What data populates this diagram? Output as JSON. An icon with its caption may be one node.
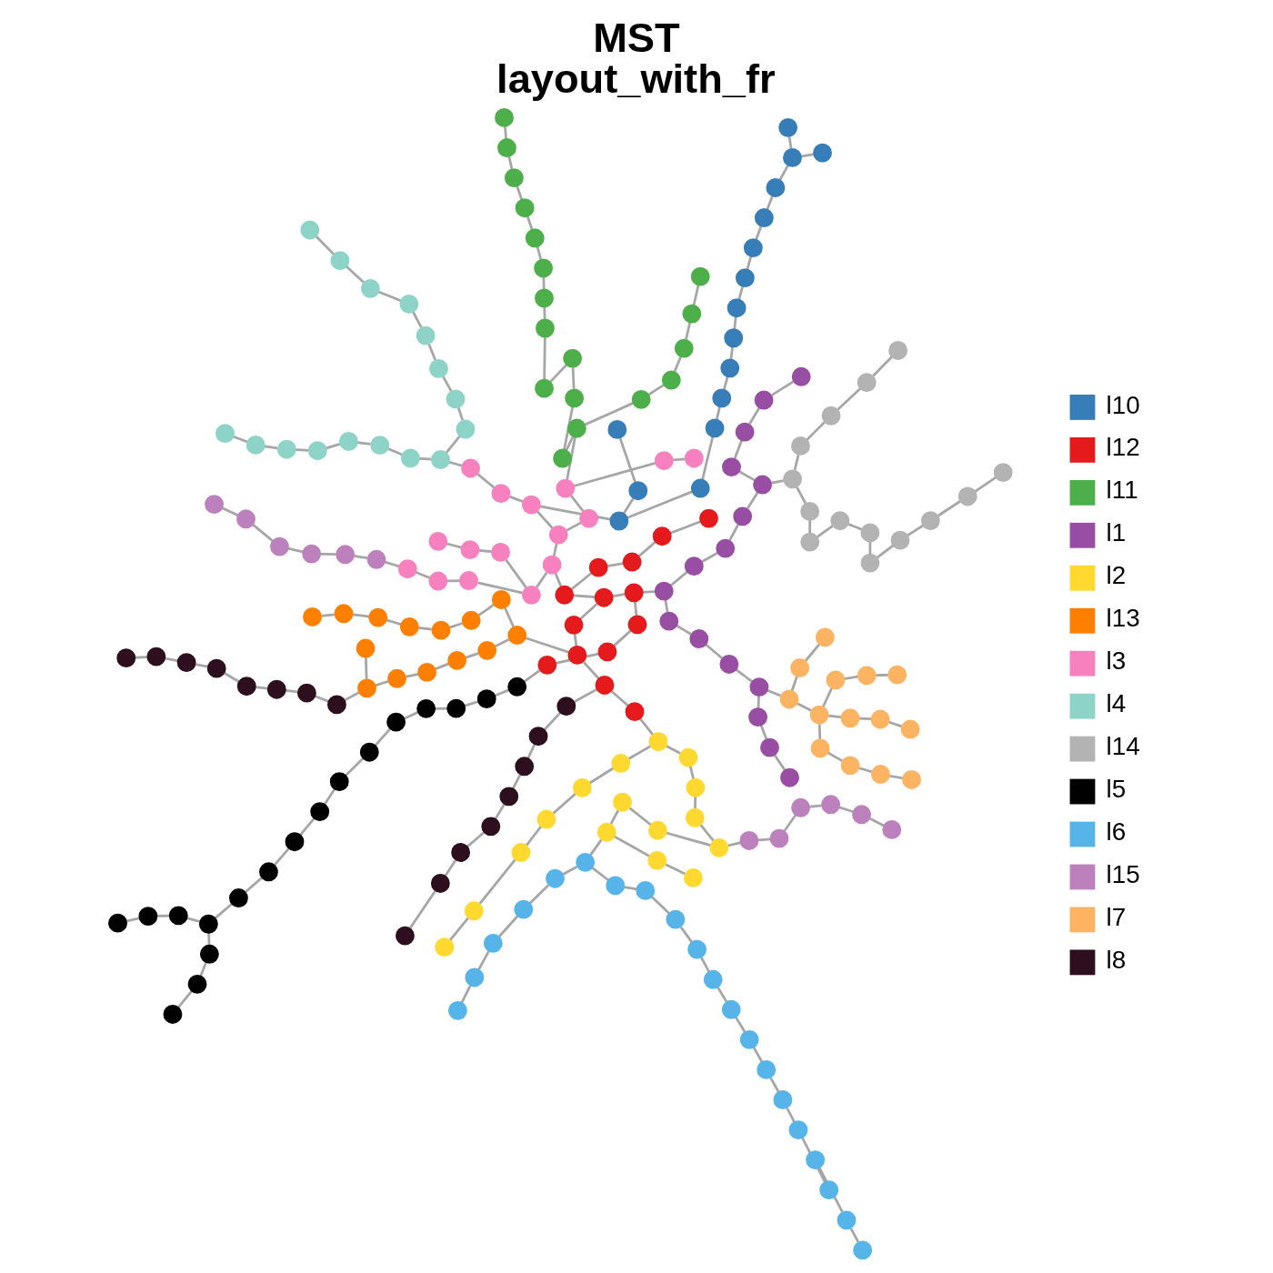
{
  "diagram": {
    "title": "MST layout_with_fr",
    "nodes": [
      {
        "text": [],
        "shape": "circle"
      },
      {
        "text": [],
        "shape": "circle"
      },
      {
        "text": [],
        "shape": "circle"
      },
      {
        "text": [],
        "shape": "circle"
      },
      {
        "text": [],
        "shape": "circle"
      },
      {
        "text": [],
        "shape": "circle"
      },
      {
        "text": [],
        "shape": "circle"
      },
      {
        "text": [],
        "shape": "circle"
      },
      {
        "text": [],
        "shape": "circle"
      },
      {
        "text": [],
        "shape": "circle"
      },
      {
        "text": [],
        "shape": "circle"
      },
      {
        "text": [],
        "shape": "circle"
      },
      {
        "text": [],
        "shape": "circle"
      },
      {
        "text": [],
        "shape": "circle"
      },
      {
        "text": [],
        "shape": "circle"
      },
      {
        "text": [],
        "shape": "circle"
      },
      {
        "text": [],
        "shape": "circle"
      },
      {
        "text": [],
        "shape": "circle"
      },
      {
        "text": [],
        "shape": "circle"
      },
      {
        "text": [],
        "shape": "circle"
      },
      {
        "text": [],
        "shape": "circle"
      },
      {
        "text": [],
        "shape": "circle"
      },
      {
        "text": [],
        "shape": "circle"
      },
      {
        "text": [],
        "shape": "circle"
      },
      {
        "text": [],
        "shape": "circle"
      },
      {
        "text": [],
        "shape": "circle"
      },
      {
        "text": [],
        "shape": "circle"
      },
      {
        "text": [],
        "shape": "circle"
      },
      {
        "text": [],
        "shape": "circle"
      },
      {
        "text": [],
        "shape": "circle"
      },
      {
        "text": [],
        "shape": "circle"
      },
      {
        "text": [],
        "shape": "circle"
      },
      {
        "text": [],
        "shape": "circle"
      },
      {
        "text": [],
        "shape": "circle"
      },
      {
        "text": [],
        "shape": "circle"
      },
      {
        "text": [],
        "shape": "circle"
      },
      {
        "text": [],
        "shape": "circle"
      },
      {
        "text": [],
        "shape": "circle"
      },
      {
        "text": [],
        "shape": "circle"
      },
      {
        "text": [],
        "shape": "circle"
      },
      {
        "text": [],
        "shape": "circle"
      },
      {
        "text": [],
        "shape": "circle"
      },
      {
        "text": [],
        "shape": "circle"
      },
      {
        "text": [],
        "shape": "circle"
      },
      {
        "text": [],
        "shape": "circle"
      },
      {
        "text": [],
        "shape": "circle"
      },
      {
        "text": [],
        "shape": "circle"
      },
      {
        "text": [],
        "shape": "circle"
      },
      {
        "text": [],
        "shape": "circle"
      },
      {
        "text": [],
        "shape": "circle"
      },
      {
        "text": [],
        "shape": "circle"
      },
      {
        "text": [],
        "shape": "circle"
      },
      {
        "text": [],
        "shape": "circle"
      },
      {
        "text": [],
        "shape": "circle"
      },
      {
        "text": [],
        "shape": "circle"
      },
      {
        "text": [],
        "shape": "circle"
      },
      {
        "text": [],
        "shape": "circle"
      },
      {
        "text": [],
        "shape": "circle"
      },
      {
        "text": [],
        "shape": "circle"
      },
      {
        "text": [],
        "shape": "circle"
      },
      {
        "text": [],
        "shape": "circle"
      },
      {
        "text": [],
        "shape": "circle"
      },
      {
        "text": [],
        "shape": "circle"
      },
      {
        "text": [],
        "shape": "circle"
      },
      {
        "text": [],
        "shape": "circle"
      },
      {
        "text": [],
        "shape": "circle"
      },
      {
        "text": [],
        "shape": "circle"
      },
      {
        "text": [],
        "shape": "circle"
      },
      {
        "text": [],
        "shape": "circle"
      },
      {
        "text": [],
        "shape": "circle"
      },
      {
        "text": [],
        "shape": "circle"
      },
      {
        "text": [],
        "shape": "circle"
      },
      {
        "text": [],
        "shape": "circle"
      },
      {
        "text": [],
        "shape": "circle"
      },
      {
        "text": [],
        "shape": "circle"
      },
      {
        "text": [],
        "shape": "circle"
      },
      {
        "text": [],
        "shape": "circle"
      },
      {
        "text": [],
        "shape": "circle"
      },
      {
        "text": [],
        "shape": "circle"
      },
      {
        "text": [],
        "shape": "circle"
      },
      {
        "text": [],
        "shape": "circle"
      },
      {
        "text": [],
        "shape": "circle"
      },
      {
        "text": [],
        "shape": "circle"
      },
      {
        "text": [],
        "shape": "circle"
      },
      {
        "text": [],
        "shape": "circle"
      },
      {
        "text": [],
        "shape": "circle"
      },
      {
        "text": [],
        "shape": "circle"
      },
      {
        "text": [],
        "shape": "circle"
      },
      {
        "text": [],
        "shape": "circle"
      },
      {
        "text": [],
        "shape": "circle"
      },
      {
        "text": [],
        "shape": "circle"
      },
      {
        "text": [],
        "shape": "circle"
      },
      {
        "text": [],
        "shape": "circle"
      },
      {
        "text": [],
        "shape": "circle"
      },
      {
        "text": [],
        "shape": "circle"
      },
      {
        "text": [],
        "shape": "circle"
      },
      {
        "text": [],
        "shape": "circle"
      },
      {
        "text": [],
        "shape": "circle"
      },
      {
        "text": [],
        "shape": "circle"
      },
      {
        "text": [],
        "shape": "circle"
      },
      {
        "text": [],
        "shape": "circle"
      },
      {
        "text": [],
        "shape": "circle"
      },
      {
        "text": [],
        "shape": "circle"
      },
      {
        "text": [],
        "shape": "circle"
      },
      {
        "text": [],
        "shape": "circle"
      },
      {
        "text": [],
        "shape": "circle"
      },
      {
        "text": [],
        "shape": "circle"
      },
      {
        "text": [],
        "shape": "circle"
      },
      {
        "text": [],
        "shape": "circle"
      },
      {
        "text": [],
        "shape": "circle"
      },
      {
        "text": [],
        "shape": "circle"
      },
      {
        "text": [],
        "shape": "circle"
      },
      {
        "text": [],
        "shape": "circle"
      },
      {
        "text": [],
        "shape": "circle"
      },
      {
        "text": [],
        "shape": "circle"
      },
      {
        "text": [],
        "shape": "circle"
      },
      {
        "text": [],
        "shape": "circle"
      },
      {
        "text": [],
        "shape": "circle"
      },
      {
        "text": [],
        "shape": "circle"
      },
      {
        "text": [],
        "shape": "circle"
      },
      {
        "text": [],
        "shape": "circle"
      },
      {
        "text": [],
        "shape": "circle"
      },
      {
        "text": [],
        "shape": "circle"
      },
      {
        "text": [],
        "shape": "circle"
      },
      {
        "text": [],
        "shape": "circle"
      },
      {
        "text": [],
        "shape": "circle"
      },
      {
        "text": [],
        "shape": "circle"
      },
      {
        "text": [],
        "shape": "circle"
      },
      {
        "text": [],
        "shape": "circle"
      },
      {
        "text": [],
        "shape": "circle"
      },
      {
        "text": [],
        "shape": "circle"
      },
      {
        "text": [],
        "shape": "circle"
      },
      {
        "text": [],
        "shape": "circle"
      },
      {
        "text": [],
        "shape": "circle"
      },
      {
        "text": [],
        "shape": "circle"
      },
      {
        "text": [],
        "shape": "circle"
      },
      {
        "text": [],
        "shape": "circle"
      },
      {
        "text": [],
        "shape": "circle"
      },
      {
        "text": [],
        "shape": "circle"
      },
      {
        "text": [],
        "shape": "circle"
      },
      {
        "text": [],
        "shape": "circle"
      },
      {
        "text": [],
        "shape": "circle"
      },
      {
        "text": [],
        "shape": "circle"
      },
      {
        "text": [],
        "shape": "circle"
      },
      {
        "text": [],
        "shape": "circle"
      },
      {
        "text": [],
        "shape": "circle"
      },
      {
        "text": [],
        "shape": "circle"
      },
      {
        "text": [],
        "shape": "circle"
      },
      {
        "text": [],
        "shape": "circle"
      },
      {
        "text": [],
        "shape": "circle"
      },
      {
        "text": [],
        "shape": "circle"
      },
      {
        "text": [],
        "shape": "circle"
      },
      {
        "text": [],
        "shape": "circle"
      },
      {
        "text": [],
        "shape": "circle"
      },
      {
        "text": [],
        "shape": "circle"
      },
      {
        "text": [],
        "shape": "circle"
      },
      {
        "text": [],
        "shape": "circle"
      },
      {
        "text": [],
        "shape": "circle"
      },
      {
        "text": [],
        "shape": "circle"
      },
      {
        "text": [],
        "shape": "circle"
      },
      {
        "text": [],
        "shape": "circle"
      },
      {
        "text": [],
        "shape": "circle"
      },
      {
        "text": [],
        "shape": "circle"
      },
      {
        "text": [],
        "shape": "circle"
      },
      {
        "text": [],
        "shape": "circle"
      },
      {
        "text": [],
        "shape": "circle"
      },
      {
        "text": [],
        "shape": "circle"
      },
      {
        "text": [],
        "shape": "circle"
      },
      {
        "text": [],
        "shape": "circle"
      },
      {
        "text": [],
        "shape": "circle"
      },
      {
        "text": [],
        "shape": "circle"
      },
      {
        "text": [],
        "shape": "circle"
      },
      {
        "text": [],
        "shape": "circle"
      },
      {
        "text": [],
        "shape": "circle"
      },
      {
        "text": [],
        "shape": "circle"
      },
      {
        "text": [],
        "shape": "circle"
      },
      {
        "text": [],
        "shape": "circle"
      },
      {
        "text": [],
        "shape": "circle"
      },
      {
        "text": [],
        "shape": "circle"
      },
      {
        "text": [],
        "shape": "circle"
      },
      {
        "text": [],
        "shape": "circle"
      },
      {
        "text": [],
        "shape": "circle"
      },
      {
        "text": [],
        "shape": "circle"
      },
      {
        "text": [],
        "shape": "circle"
      },
      {
        "text": [],
        "shape": "circle"
      },
      {
        "text": [],
        "shape": "circle"
      },
      {
        "text": [],
        "shape": "circle"
      },
      {
        "text": [],
        "shape": "circle"
      },
      {
        "text": [],
        "shape": "circle"
      },
      {
        "text": [],
        "shape": "circle"
      },
      {
        "text": [],
        "shape": "circle"
      },
      {
        "text": [],
        "shape": "circle"
      },
      {
        "text": [],
        "shape": "circle"
      },
      {
        "text": [],
        "shape": "circle"
      },
      {
        "text": [],
        "shape": "circle"
      },
      {
        "text": [],
        "shape": "circle"
      },
      {
        "text": [],
        "shape": "circle"
      },
      {
        "text": [],
        "shape": "circle"
      },
      {
        "text": [],
        "shape": "circle"
      },
      {
        "text": [],
        "shape": "circle"
      },
      {
        "text": [],
        "shape": "circle"
      },
      {
        "text": [],
        "shape": "circle"
      },
      {
        "text": [],
        "shape": "circle"
      },
      {
        "text": [],
        "shape": "circle"
      },
      {
        "text": [],
        "shape": "circle"
      },
      {
        "text": [],
        "shape": "circle"
      },
      {
        "text": [],
        "shape": "circle"
      },
      {
        "text": [],
        "shape": "circle"
      },
      {
        "text": [],
        "shape": "circle"
      },
      {
        "text": [],
        "shape": "circle"
      },
      {
        "text": [],
        "shape": "circle"
      },
      {
        "text": [],
        "shape": "circle"
      },
      {
        "text": [],
        "shape": "circle"
      },
      {
        "text": [],
        "shape": "circle"
      },
      {
        "text": [],
        "shape": "circle"
      },
      {
        "text": [],
        "shape": "circle"
      },
      {
        "text": [],
        "shape": "circle"
      },
      {
        "text": [],
        "shape": "circle"
      },
      {
        "text": [],
        "shape": "circle"
      },
      {
        "text": [],
        "shape": "circle"
      }
    ],
    "edges": [
      {
        "from": 94,
        "to": 95,
        "arrow": "none"
      },
      {
        "from": 94,
        "to": 96,
        "arrow": "none"
      },
      {
        "from": 95,
        "to": 97,
        "arrow": "none"
      },
      {
        "from": 95,
        "to": 98,
        "arrow": "none"
      },
      {
        "from": 96,
        "to": 99,
        "arrow": "none"
      },
      {
        "from": 96,
        "to": 100,
        "arrow": "none"
      },
      {
        "from": 97,
        "to": 101,
        "arrow": "none"
      },
      {
        "from": 98,
        "to": 102,
        "arrow": "none"
      },
      {
        "from": 99,
        "to": 103,
        "arrow": "none"
      },
      {
        "from": 100,
        "to": 104,
        "arrow": "none"
      },
      {
        "from": 101,
        "to": 105,
        "arrow": "none"
      },
      {
        "from": 102,
        "to": 106,
        "arrow": "none"
      },
      {
        "from": 103,
        "to": 107,
        "arrow": "none"
      },
      {
        "from": 104,
        "to": 108,
        "arrow": "none"
      },
      {
        "from": 105,
        "to": 109,
        "arrow": "none"
      },
      {
        "from": 94,
        "to": 16,
        "arrow": "none"
      },
      {
        "from": 16,
        "to": 17,
        "arrow": "none"
      },
      {
        "from": 16,
        "to": 18,
        "arrow": "none"
      },
      {
        "from": 17,
        "to": 19,
        "arrow": "none"
      },
      {
        "from": 17,
        "to": 20,
        "arrow": "none"
      },
      {
        "from": 18,
        "to": 21,
        "arrow": "none"
      },
      {
        "from": 19,
        "to": 22,
        "arrow": "none"
      },
      {
        "from": 20,
        "to": 23,
        "arrow": "none"
      },
      {
        "from": 21,
        "to": 24,
        "arrow": "none"
      },
      {
        "from": 22,
        "to": 25,
        "arrow": "none"
      },
      {
        "from": 23,
        "to": 26,
        "arrow": "none"
      },
      {
        "from": 24,
        "to": 27,
        "arrow": "none"
      },
      {
        "from": 25,
        "to": 28,
        "arrow": "none"
      },
      {
        "from": 26,
        "to": 29,
        "arrow": "none"
      },
      {
        "from": 98,
        "to": 0,
        "arrow": "none"
      },
      {
        "from": 0,
        "to": 1,
        "arrow": "none"
      },
      {
        "from": 0,
        "to": 2,
        "arrow": "none"
      },
      {
        "from": 1,
        "to": 3,
        "arrow": "none"
      },
      {
        "from": 2,
        "to": 4,
        "arrow": "none"
      },
      {
        "from": 3,
        "to": 5,
        "arrow": "none"
      },
      {
        "from": 5,
        "to": 6,
        "arrow": "none"
      },
      {
        "from": 6,
        "to": 7,
        "arrow": "none"
      },
      {
        "from": 7,
        "to": 8,
        "arrow": "none"
      },
      {
        "from": 8,
        "to": 9,
        "arrow": "none"
      },
      {
        "from": 9,
        "to": 10,
        "arrow": "none"
      },
      {
        "from": 10,
        "to": 11,
        "arrow": "none"
      },
      {
        "from": 11,
        "to": 12,
        "arrow": "none"
      },
      {
        "from": 12,
        "to": 13,
        "arrow": "none"
      },
      {
        "from": 13,
        "to": 14,
        "arrow": "none"
      },
      {
        "from": 13,
        "to": 15,
        "arrow": "none"
      },
      {
        "from": 101,
        "to": 30,
        "arrow": "none"
      },
      {
        "from": 30,
        "to": 31,
        "arrow": "none"
      },
      {
        "from": 31,
        "to": 32,
        "arrow": "none"
      },
      {
        "from": 32,
        "to": 33,
        "arrow": "none"
      },
      {
        "from": 33,
        "to": 34,
        "arrow": "none"
      },
      {
        "from": 34,
        "to": 35,
        "arrow": "none"
      },
      {
        "from": 30,
        "to": 36,
        "arrow": "none"
      },
      {
        "from": 36,
        "to": 37,
        "arrow": "none"
      },
      {
        "from": 37,
        "to": 38,
        "arrow": "none"
      },
      {
        "from": 38,
        "to": 39,
        "arrow": "none"
      },
      {
        "from": 39,
        "to": 40,
        "arrow": "none"
      },
      {
        "from": 40,
        "to": 41,
        "arrow": "none"
      },
      {
        "from": 41,
        "to": 42,
        "arrow": "none"
      },
      {
        "from": 42,
        "to": 43,
        "arrow": "none"
      },
      {
        "from": 43,
        "to": 44,
        "arrow": "none"
      },
      {
        "from": 44,
        "to": 45,
        "arrow": "none"
      },
      {
        "from": 45,
        "to": 46,
        "arrow": "none"
      },
      {
        "from": 46,
        "to": 47,
        "arrow": "none"
      },
      {
        "from": 20,
        "to": 48,
        "arrow": "none"
      },
      {
        "from": 48,
        "to": 49,
        "arrow": "none"
      },
      {
        "from": 48,
        "to": 50,
        "arrow": "none"
      },
      {
        "from": 49,
        "to": 51,
        "arrow": "none"
      },
      {
        "from": 50,
        "to": 52,
        "arrow": "none"
      },
      {
        "from": 51,
        "to": 53,
        "arrow": "none"
      },
      {
        "from": 52,
        "to": 54,
        "arrow": "none"
      },
      {
        "from": 53,
        "to": 55,
        "arrow": "none"
      },
      {
        "from": 54,
        "to": 56,
        "arrow": "none"
      },
      {
        "from": 55,
        "to": 57,
        "arrow": "none"
      },
      {
        "from": 56,
        "to": 58,
        "arrow": "none"
      },
      {
        "from": 57,
        "to": 59,
        "arrow": "none"
      },
      {
        "from": 58,
        "to": 60,
        "arrow": "none"
      },
      {
        "from": 59,
        "to": 61,
        "arrow": "none"
      },
      {
        "from": 60,
        "to": 62,
        "arrow": "none"
      },
      {
        "from": 61,
        "to": 63,
        "arrow": "none"
      },
      {
        "from": 28,
        "to": 64,
        "arrow": "none"
      },
      {
        "from": 64,
        "to": 65,
        "arrow": "none"
      },
      {
        "from": 65,
        "to": 66,
        "arrow": "none"
      },
      {
        "from": 66,
        "to": 67,
        "arrow": "none"
      },
      {
        "from": 67,
        "to": 68,
        "arrow": "none"
      },
      {
        "from": 68,
        "to": 69,
        "arrow": "none"
      },
      {
        "from": 69,
        "to": 70,
        "arrow": "none"
      },
      {
        "from": 64,
        "to": 71,
        "arrow": "none"
      },
      {
        "from": 71,
        "to": 72,
        "arrow": "none"
      },
      {
        "from": 72,
        "to": 73,
        "arrow": "none"
      },
      {
        "from": 73,
        "to": 74,
        "arrow": "none"
      },
      {
        "from": 74,
        "to": 75,
        "arrow": "none"
      },
      {
        "from": 75,
        "to": 76,
        "arrow": "none"
      },
      {
        "from": 76,
        "to": 77,
        "arrow": "none"
      },
      {
        "from": 77,
        "to": 78,
        "arrow": "none"
      },
      {
        "from": 78,
        "to": 79,
        "arrow": "none"
      },
      {
        "from": 22,
        "to": 80,
        "arrow": "none"
      },
      {
        "from": 80,
        "to": 81,
        "arrow": "none"
      },
      {
        "from": 81,
        "to": 82,
        "arrow": "none"
      },
      {
        "from": 82,
        "to": 83,
        "arrow": "none"
      },
      {
        "from": 83,
        "to": 84,
        "arrow": "none"
      },
      {
        "from": 84,
        "to": 85,
        "arrow": "none"
      },
      {
        "from": 85,
        "to": 86,
        "arrow": "none"
      },
      {
        "from": 80,
        "to": 87,
        "arrow": "none"
      },
      {
        "from": 87,
        "to": 88,
        "arrow": "none"
      },
      {
        "from": 88,
        "to": 89,
        "arrow": "none"
      },
      {
        "from": 89,
        "to": 90,
        "arrow": "none"
      },
      {
        "from": 90,
        "to": 91,
        "arrow": "none"
      },
      {
        "from": 91,
        "to": 92,
        "arrow": "none"
      },
      {
        "from": 92,
        "to": 93,
        "arrow": "none"
      },
      {
        "from": 106,
        "to": 110,
        "arrow": "none"
      },
      {
        "from": 110,
        "to": 111,
        "arrow": "none"
      },
      {
        "from": 111,
        "to": 112,
        "arrow": "none"
      },
      {
        "from": 112,
        "to": 113,
        "arrow": "none"
      },
      {
        "from": 113,
        "to": 114,
        "arrow": "none"
      },
      {
        "from": 114,
        "to": 115,
        "arrow": "none"
      },
      {
        "from": 115,
        "to": 116,
        "arrow": "none"
      },
      {
        "from": 116,
        "to": 117,
        "arrow": "none"
      },
      {
        "from": 117,
        "to": 118,
        "arrow": "none"
      },
      {
        "from": 110,
        "to": 119,
        "arrow": "none"
      },
      {
        "from": 119,
        "to": 120,
        "arrow": "none"
      },
      {
        "from": 120,
        "to": 121,
        "arrow": "none"
      },
      {
        "from": 121,
        "to": 122,
        "arrow": "none"
      },
      {
        "from": 122,
        "to": 123,
        "arrow": "none"
      },
      {
        "from": 123,
        "to": 124,
        "arrow": "none"
      },
      {
        "from": 124,
        "to": 125,
        "arrow": "none"
      },
      {
        "from": 55,
        "to": 126,
        "arrow": "none"
      },
      {
        "from": 126,
        "to": 127,
        "arrow": "none"
      },
      {
        "from": 127,
        "to": 128,
        "arrow": "none"
      },
      {
        "from": 128,
        "to": 129,
        "arrow": "none"
      },
      {
        "from": 129,
        "to": 130,
        "arrow": "none"
      },
      {
        "from": 126,
        "to": 131,
        "arrow": "none"
      },
      {
        "from": 131,
        "to": 132,
        "arrow": "none"
      },
      {
        "from": 132,
        "to": 133,
        "arrow": "none"
      },
      {
        "from": 133,
        "to": 134,
        "arrow": "none"
      },
      {
        "from": 134,
        "to": 135,
        "arrow": "none"
      },
      {
        "from": 135,
        "to": 136,
        "arrow": "none"
      },
      {
        "from": 136,
        "to": 137,
        "arrow": "none"
      },
      {
        "from": 137,
        "to": 138,
        "arrow": "none"
      },
      {
        "from": 138,
        "to": 139,
        "arrow": "none"
      },
      {
        "from": 29,
        "to": 140,
        "arrow": "none"
      },
      {
        "from": 140,
        "to": 141,
        "arrow": "none"
      },
      {
        "from": 141,
        "to": 142,
        "arrow": "none"
      },
      {
        "from": 142,
        "to": 143,
        "arrow": "none"
      },
      {
        "from": 143,
        "to": 144,
        "arrow": "none"
      },
      {
        "from": 144,
        "to": 145,
        "arrow": "none"
      },
      {
        "from": 145,
        "to": 146,
        "arrow": "none"
      },
      {
        "from": 146,
        "to": 147,
        "arrow": "none"
      },
      {
        "from": 147,
        "to": 148,
        "arrow": "none"
      },
      {
        "from": 148,
        "to": 149,
        "arrow": "none"
      },
      {
        "from": 149,
        "to": 150,
        "arrow": "none"
      },
      {
        "from": 150,
        "to": 151,
        "arrow": "none"
      },
      {
        "from": 151,
        "to": 152,
        "arrow": "none"
      },
      {
        "from": 151,
        "to": 153,
        "arrow": "none"
      },
      {
        "from": 152,
        "to": 154,
        "arrow": "none"
      },
      {
        "from": 153,
        "to": 155,
        "arrow": "none"
      },
      {
        "from": 154,
        "to": 156,
        "arrow": "none"
      },
      {
        "from": 155,
        "to": 157,
        "arrow": "none"
      },
      {
        "from": 77,
        "to": 158,
        "arrow": "none"
      },
      {
        "from": 158,
        "to": 159,
        "arrow": "none"
      },
      {
        "from": 159,
        "to": 160,
        "arrow": "none"
      },
      {
        "from": 160,
        "to": 161,
        "arrow": "none"
      },
      {
        "from": 161,
        "to": 162,
        "arrow": "none"
      },
      {
        "from": 162,
        "to": 163,
        "arrow": "none"
      },
      {
        "from": 158,
        "to": 164,
        "arrow": "none"
      },
      {
        "from": 164,
        "to": 165,
        "arrow": "none"
      },
      {
        "from": 165,
        "to": 166,
        "arrow": "none"
      },
      {
        "from": 166,
        "to": 167,
        "arrow": "none"
      },
      {
        "from": 167,
        "to": 168,
        "arrow": "none"
      },
      {
        "from": 168,
        "to": 169,
        "arrow": "none"
      },
      {
        "from": 169,
        "to": 170,
        "arrow": "none"
      },
      {
        "from": 170,
        "to": 171,
        "arrow": "none"
      },
      {
        "from": 171,
        "to": 172,
        "arrow": "none"
      },
      {
        "from": 172,
        "to": 173,
        "arrow": "none"
      },
      {
        "from": 173,
        "to": 174,
        "arrow": "none"
      },
      {
        "from": 174,
        "to": 175,
        "arrow": "none"
      },
      {
        "from": 175,
        "to": 176,
        "arrow": "none"
      },
      {
        "from": 176,
        "to": 177,
        "arrow": "none"
      },
      {
        "from": 74,
        "to": 178,
        "arrow": "none"
      },
      {
        "from": 178,
        "to": 179,
        "arrow": "none"
      },
      {
        "from": 179,
        "to": 180,
        "arrow": "none"
      },
      {
        "from": 180,
        "to": 181,
        "arrow": "none"
      },
      {
        "from": 181,
        "to": 182,
        "arrow": "none"
      },
      {
        "from": 182,
        "to": 183,
        "arrow": "none"
      },
      {
        "from": 107,
        "to": 184,
        "arrow": "none"
      },
      {
        "from": 184,
        "to": 185,
        "arrow": "none"
      },
      {
        "from": 185,
        "to": 186,
        "arrow": "none"
      },
      {
        "from": 186,
        "to": 187,
        "arrow": "none"
      },
      {
        "from": 187,
        "to": 188,
        "arrow": "none"
      },
      {
        "from": 188,
        "to": 189,
        "arrow": "none"
      },
      {
        "from": 56,
        "to": 190,
        "arrow": "none"
      },
      {
        "from": 190,
        "to": 191,
        "arrow": "none"
      },
      {
        "from": 191,
        "to": 192,
        "arrow": "none"
      },
      {
        "from": 192,
        "to": 193,
        "arrow": "none"
      },
      {
        "from": 193,
        "to": 194,
        "arrow": "none"
      },
      {
        "from": 194,
        "to": 195,
        "arrow": "none"
      },
      {
        "from": 191,
        "to": 196,
        "arrow": "none"
      },
      {
        "from": 196,
        "to": 197,
        "arrow": "none"
      },
      {
        "from": 197,
        "to": 198,
        "arrow": "none"
      },
      {
        "from": 191,
        "to": 199,
        "arrow": "none"
      },
      {
        "from": 199,
        "to": 200,
        "arrow": "none"
      },
      {
        "from": 200,
        "to": 201,
        "arrow": "none"
      },
      {
        "from": 190,
        "to": 202,
        "arrow": "none"
      },
      {
        "from": 202,
        "to": 203,
        "arrow": "none"
      },
      {
        "from": 85,
        "to": 204,
        "arrow": "none"
      },
      {
        "from": 204,
        "to": 205,
        "arrow": "none"
      },
      {
        "from": 205,
        "to": 206,
        "arrow": "none"
      },
      {
        "from": 206,
        "to": 207,
        "arrow": "none"
      },
      {
        "from": 207,
        "to": 208,
        "arrow": "none"
      },
      {
        "from": 208,
        "to": 209,
        "arrow": "none"
      },
      {
        "from": 209,
        "to": 210,
        "arrow": "none"
      },
      {
        "from": 210,
        "to": 211,
        "arrow": "none"
      },
      {
        "from": 25,
        "to": 212,
        "arrow": "none"
      },
      {
        "from": 212,
        "to": 213,
        "arrow": "none"
      },
      {
        "from": 213,
        "to": 214,
        "arrow": "none"
      },
      {
        "from": 214,
        "to": 215,
        "arrow": "none"
      },
      {
        "from": 215,
        "to": 216,
        "arrow": "none"
      },
      {
        "from": 216,
        "to": 217,
        "arrow": "none"
      },
      {
        "from": 217,
        "to": 218,
        "arrow": "none"
      },
      {
        "from": 218,
        "to": 219,
        "arrow": "none"
      }
    ],
    "legend": [
      {
        "text": "l10",
        "color": "#377eb8"
      },
      {
        "text": "l12",
        "color": "#e41a1c"
      },
      {
        "text": "l11",
        "color": "#4daf4a"
      },
      {
        "text": "l1",
        "color": "#984ea3"
      },
      {
        "text": "l2",
        "color": "#ffd92f"
      },
      {
        "text": "l13",
        "color": "#ff7f00"
      },
      {
        "text": "l3",
        "color": "#f781bf"
      },
      {
        "text": "l4",
        "color": "#8dd3c7"
      },
      {
        "text": "l14",
        "color": "#b3b3b3"
      },
      {
        "text": "l5",
        "color": "#000000"
      },
      {
        "text": "l6",
        "color": "#56b4e9"
      },
      {
        "text": "l15",
        "color": "#bc80bd"
      },
      {
        "text": "l7",
        "color": "#fdb462"
      },
      {
        "text": "l8",
        "color": "#2d0f1f"
      }
    ]
  }
}
